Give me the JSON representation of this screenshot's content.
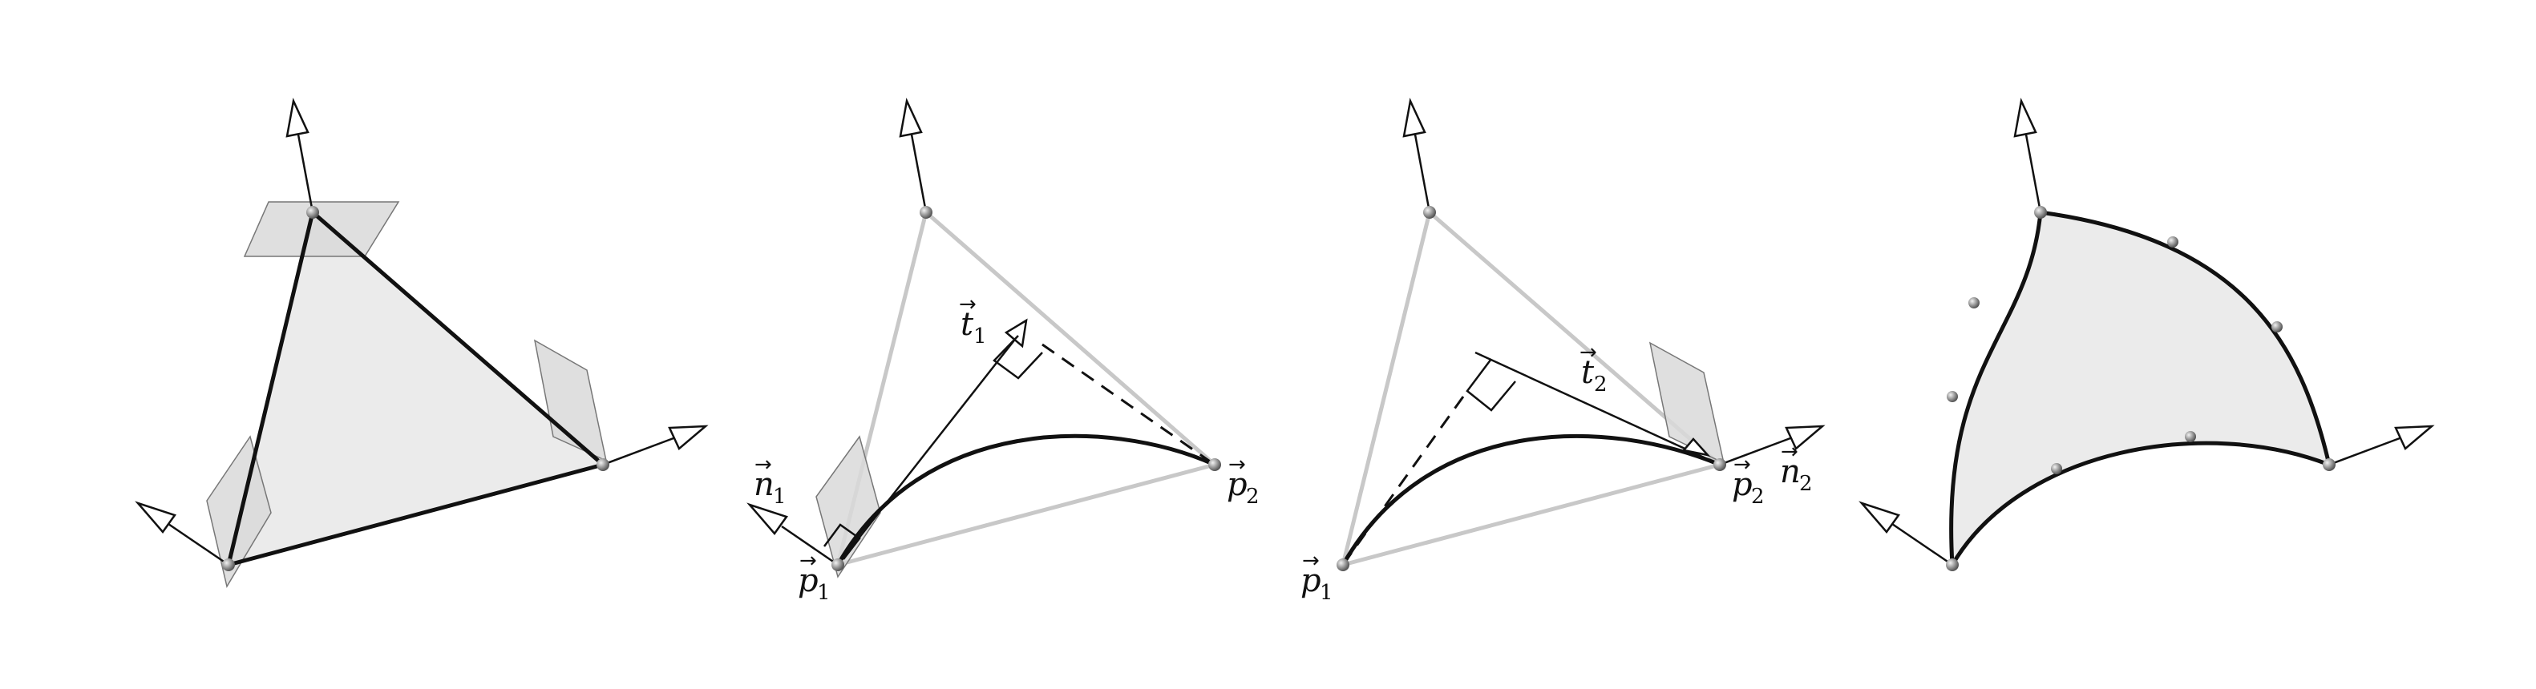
{
  "figure": {
    "panels": [
      {
        "id": "panel-1",
        "labels": []
      },
      {
        "id": "panel-2",
        "labels": [
          {
            "key": "n1",
            "base": "n",
            "sub": "1"
          },
          {
            "key": "t1",
            "base": "t",
            "sub": "1"
          },
          {
            "key": "p1",
            "base": "p",
            "sub": "1"
          },
          {
            "key": "p2",
            "base": "p",
            "sub": "2"
          }
        ]
      },
      {
        "id": "panel-3",
        "labels": [
          {
            "key": "t2",
            "base": "t",
            "sub": "2"
          },
          {
            "key": "p1",
            "base": "p",
            "sub": "1"
          },
          {
            "key": "p2",
            "base": "p",
            "sub": "2"
          },
          {
            "key": "n2",
            "base": "n",
            "sub": "2"
          }
        ]
      },
      {
        "id": "panel-4",
        "labels": []
      }
    ],
    "vector_arrow": "→",
    "colors": {
      "ink": "#111111",
      "light_line": "#c8c8c8",
      "fill": "#ebebeb",
      "plane": "#d9d9d9",
      "point": "#888888"
    }
  }
}
